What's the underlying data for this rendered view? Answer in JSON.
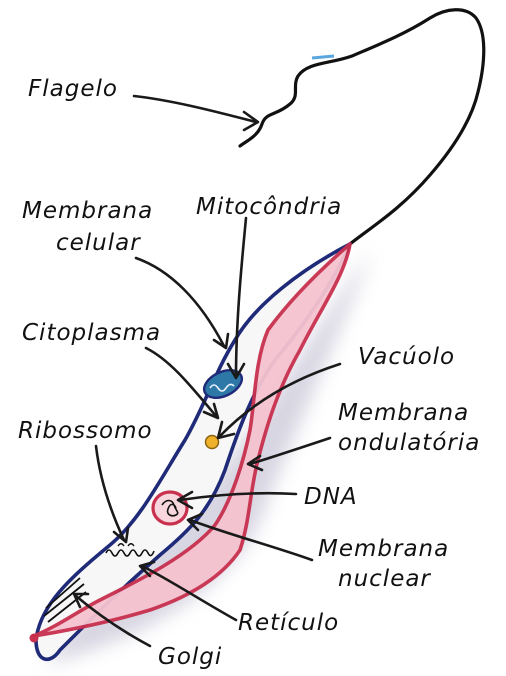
{
  "labels": {
    "flagelo": "Flagelo",
    "membrana_celular_1": "Membrana",
    "membrana_celular_2": "celular",
    "mitocondria": "Mitocôndria",
    "citoplasma": "Citoplasma",
    "vacuolo": "Vacúolo",
    "membrana_ondulatoria_1": "Membrana",
    "membrana_ondulatoria_2": "ondulatória",
    "ribossomo": "Ribossomo",
    "dna": "DNA",
    "membrana_nuclear_1": "Membrana",
    "membrana_nuclear_2": "nuclear",
    "reticulo": "Retículo",
    "golgi": "Golgi"
  },
  "colors": {
    "cell_outline": "#1f2a78",
    "cell_fill": "#f7f7f7",
    "undulating_membrane": "#c8304e",
    "undulating_fill": "#f5c3cf",
    "flagellum": "#111111",
    "flagellum_tip": "#5aa7e0",
    "mitochondrion_fill": "#2e78a8",
    "vacuole": "#f0b12a",
    "nucleus": "#c8304e",
    "shadow": "#b7b3c9"
  }
}
